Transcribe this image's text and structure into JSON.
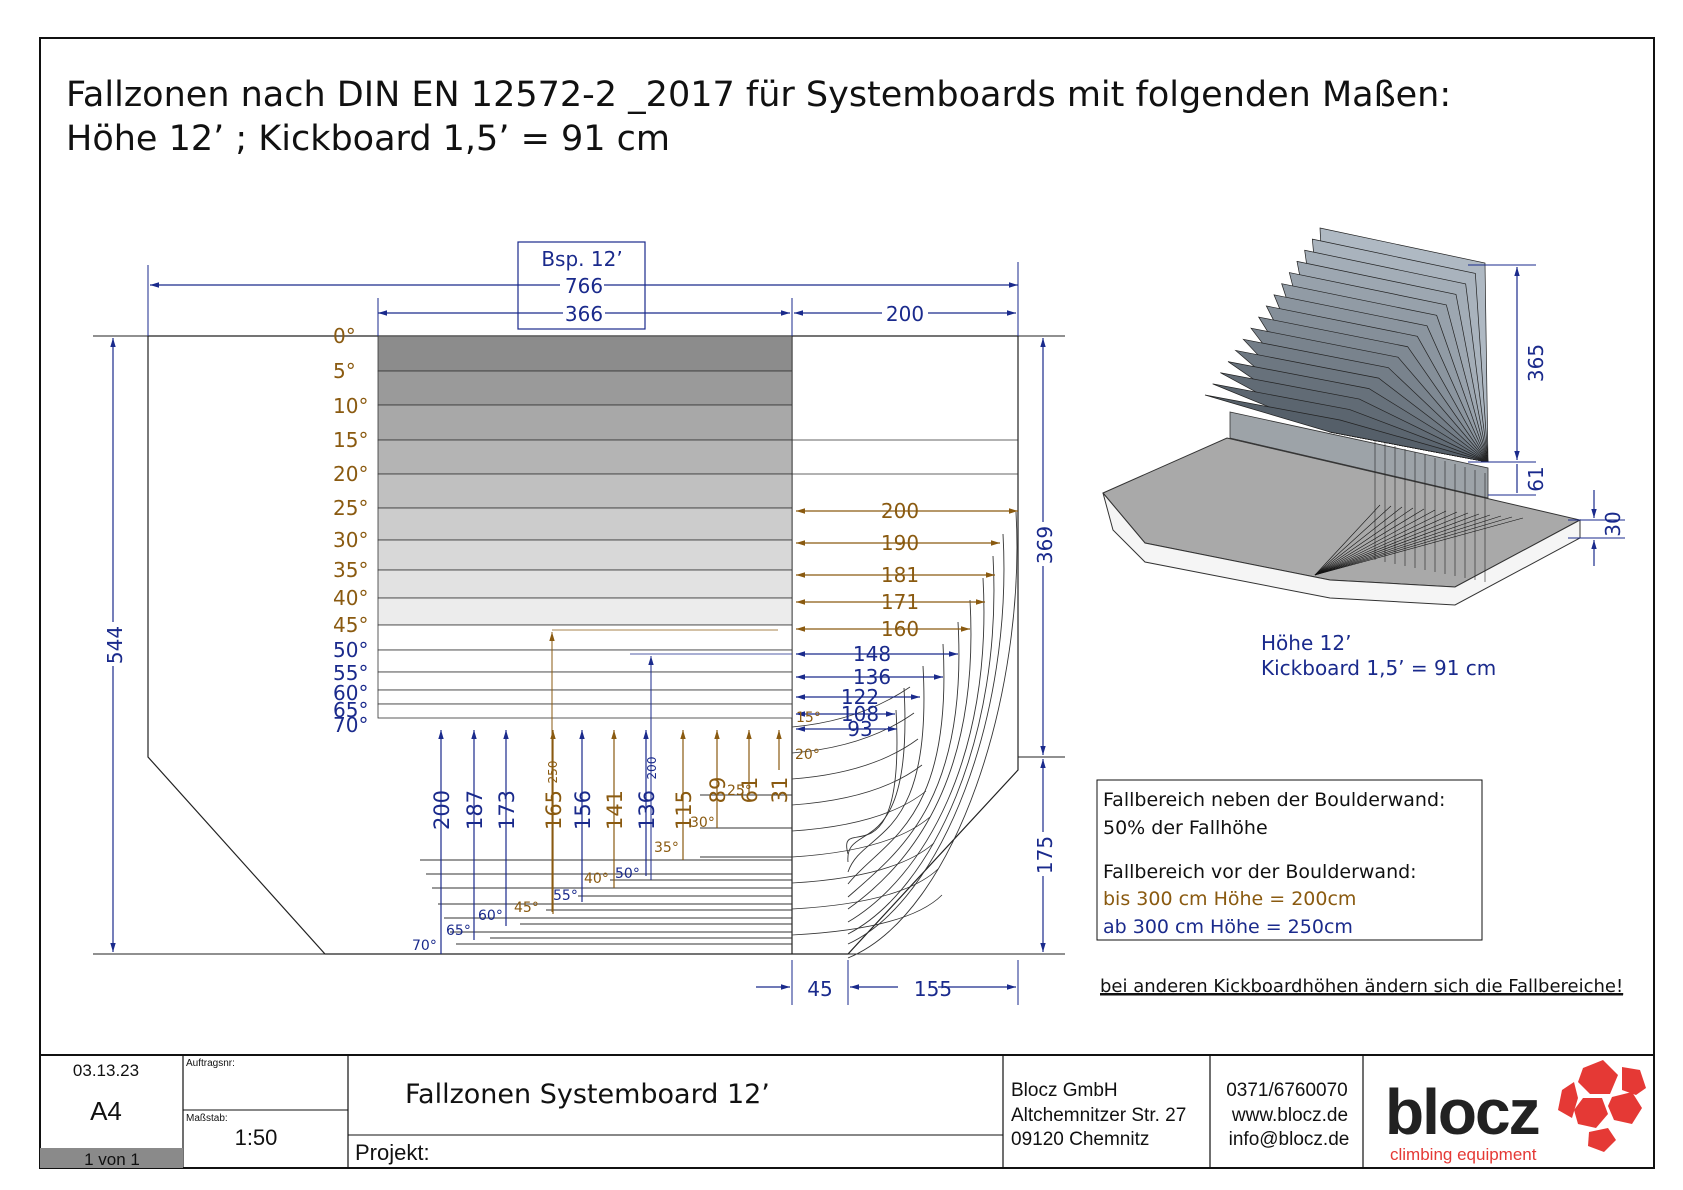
{
  "colors": {
    "blue": "#1a2a8c",
    "brown": "#8a5a10",
    "black": "#111111",
    "logo_red": "#e53935",
    "grey_dark": "#8a8a8a",
    "grey_light": "#f2f2f2"
  },
  "title": {
    "line1": "Fallzonen nach DIN EN 12572-2 _2017 für Systemboards mit folgenden Maßen:",
    "line2": "Höhe 12’ ; Kickboard 1,5’ = 91 cm"
  },
  "plan": {
    "box_label": "Bsp. 12’",
    "dim_total": "766",
    "dim_wall": "366",
    "dim_side": "200",
    "dim_left": "544",
    "dim_right_top": "369",
    "dim_right_bottom": "175",
    "dim_bottom_small": "45",
    "dim_bottom_large": "155",
    "angles": [
      "0°",
      "5°",
      "10°",
      "15°",
      "20°",
      "25°",
      "30°",
      "35°",
      "40°",
      "45°",
      "50°",
      "55°",
      "60°",
      "65°",
      "70°"
    ],
    "side_values": [
      "200",
      "190",
      "181",
      "171",
      "160",
      "148",
      "136",
      "122",
      "108",
      "93"
    ],
    "front_values": [
      "200",
      "187",
      "173",
      "165",
      "156",
      "141",
      "136",
      "115",
      "89",
      "61",
      "31"
    ],
    "front_small": [
      "250",
      "200"
    ],
    "front_angles": [
      "70°",
      "65°",
      "60°",
      "45°",
      "55°",
      "40°",
      "50°",
      "35°",
      "30°",
      "25°",
      "20°",
      "15°"
    ]
  },
  "iso": {
    "dim_height": "365",
    "dim_kick": "61",
    "dim_base": "30",
    "caption1": "Höhe 12’",
    "caption2": "Kickboard 1,5’ = 91 cm"
  },
  "info": {
    "line1": "Fallbereich neben der Boulderwand:",
    "line2": "50% der Fallhöhe",
    "line3": "Fallbereich vor der Boulderwand:",
    "line4": "bis 300 cm Höhe = 200cm",
    "line5": "ab 300 cm Höhe = 250cm",
    "note": "bei anderen Kickboardhöhen ändern sich die Fallbereiche!"
  },
  "titleblock": {
    "date": "03.13.23",
    "format": "A4",
    "pages": "1 von 1",
    "order_label": "Auftragsnr:",
    "scale_label": "Maßstab:",
    "scale_value": "1:50",
    "drawing_title": "Fallzonen Systemboard 12’",
    "project_label": "Projekt:",
    "company": "Blocz GmbH",
    "street": "Altchemnitzer Str. 27",
    "city": "09120 Chemnitz",
    "phone": "0371/6760070",
    "web": "www.blocz.de",
    "email": "info@blocz.de",
    "logo_text": "blocz",
    "logo_sub": "climbing equipment"
  }
}
